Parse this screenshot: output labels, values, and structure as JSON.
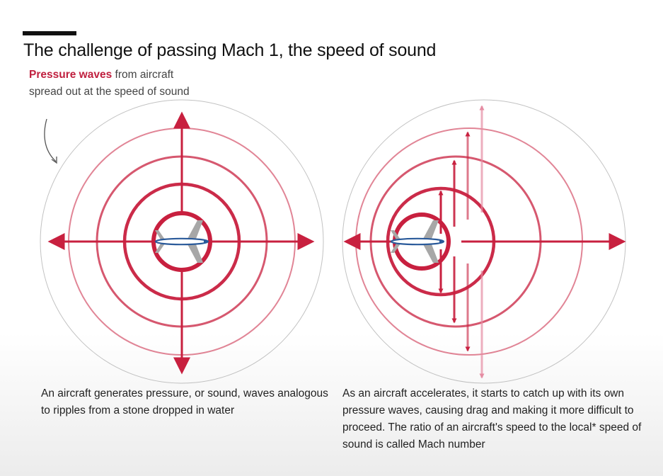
{
  "header": {
    "title": "The challenge of passing Mach 1, the speed of sound"
  },
  "annotation": {
    "highlight": "Pressure waves",
    "rest": " from aircraft spread out at the speed of sound"
  },
  "captions": {
    "left": "An aircraft generates  pressure, or sound, waves analogous to ripples from a stone dropped in water",
    "right": "As an aircraft accelerates, it starts to catch up with its own pressure waves, causing drag and making it more difficult to proceed. The ratio of an aircraft's speed to the local* speed of sound is called Mach number"
  },
  "colors": {
    "wave": "#c8203f",
    "aircraft_body": "#9a9a9a",
    "aircraft_outline": "#2a5a9a",
    "background": "#ffffff"
  }
}
